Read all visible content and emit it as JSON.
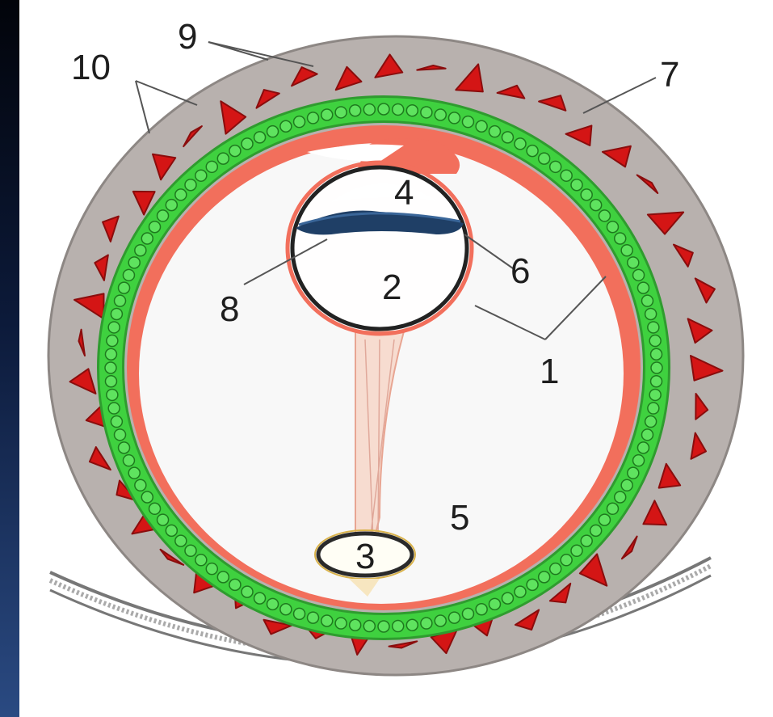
{
  "labels": {
    "l1": "1",
    "l2": "2",
    "l3": "3",
    "l4": "4",
    "l5": "5",
    "l6": "6",
    "l7": "7",
    "l8": "8",
    "l9": "9",
    "l10": "10"
  },
  "colors": {
    "decidua_gray": "#b8b1ae",
    "villi_red": "#d41515",
    "trophoblast_green": "#3fd13f",
    "cavity_white": "#f8f8f8",
    "mesoderm_orange": "#f26f5c",
    "ectoderm_blue": "#1f3f66"
  }
}
